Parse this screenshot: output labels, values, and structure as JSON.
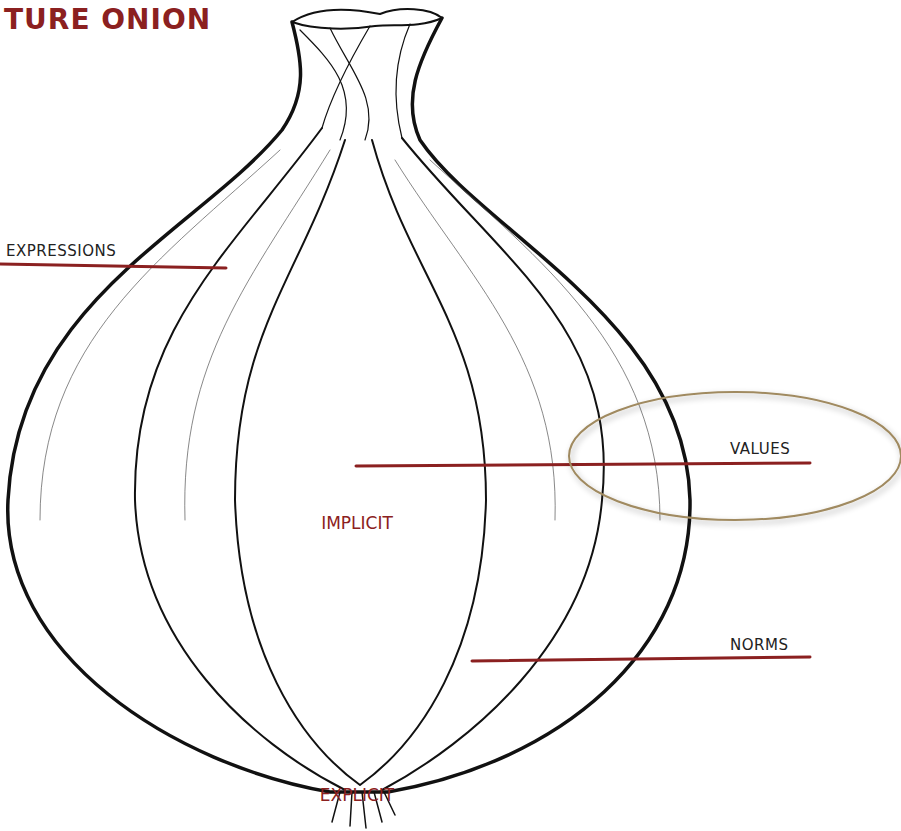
{
  "diagram": {
    "title": "TURE ONION",
    "labels": [
      "EXPRESSIONS",
      "VALUES",
      "IMPLICIT",
      "NORMS",
      "EXPLICIT"
    ]
  }
}
